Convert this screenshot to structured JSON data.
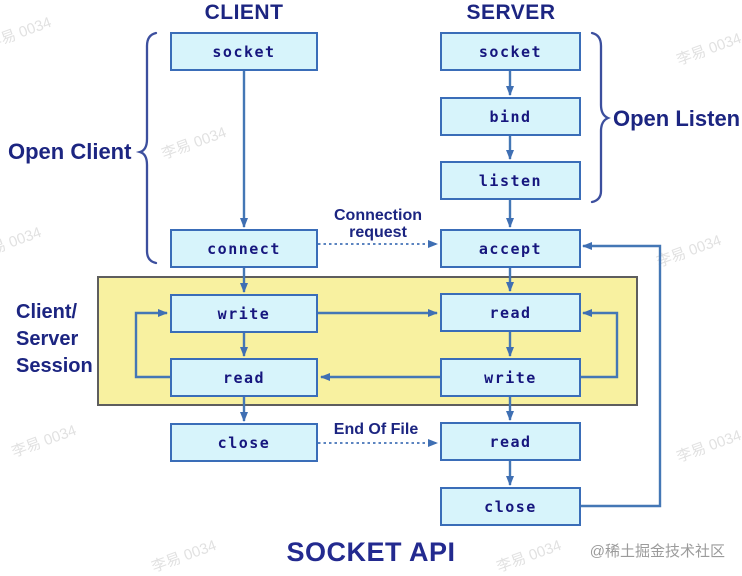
{
  "title": "SOCKET API",
  "columns": {
    "client_header": "CLIENT",
    "server_header": "SERVER"
  },
  "nodes": {
    "client_socket": "socket",
    "client_connect": "connect",
    "client_write": "write",
    "client_read": "read",
    "client_close": "close",
    "server_socket": "socket",
    "server_bind": "bind",
    "server_listen": "listen",
    "server_accept": "accept",
    "server_read1": "read",
    "server_write": "write",
    "server_read2": "read",
    "server_close": "close"
  },
  "labels": {
    "open_client": "Open Client",
    "open_listen": "Open Listen",
    "session_line1": "Client/",
    "session_line2": "Server",
    "session_line3": "Session",
    "connection_request_line1": "Connection",
    "connection_request_line2": "request",
    "end_of_file": "End Of File"
  },
  "watermarks": {
    "tile": "李易 0034",
    "badge": "@稀土掘金技术社区"
  },
  "colors": {
    "node_fill": "#d7f4fb",
    "node_border": "#3a6db8",
    "node_text": "#16167e",
    "arrow": "#4477b5",
    "dashed_arrow": "#5b84c0",
    "session_fill": "#f8f1a0",
    "session_border": "#5e5e5e",
    "label_navy": "#1c2581"
  }
}
